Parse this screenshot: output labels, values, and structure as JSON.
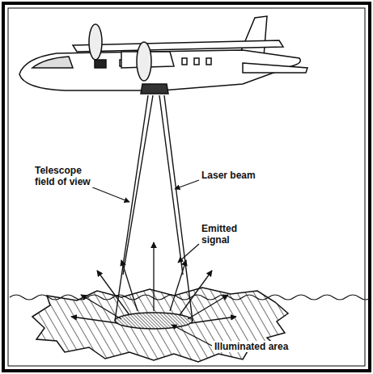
{
  "diagram": {
    "labels": [
      "Telescope field of view",
      "Laser beam",
      "Emitted signal",
      "Illuminated area"
    ]
  }
}
